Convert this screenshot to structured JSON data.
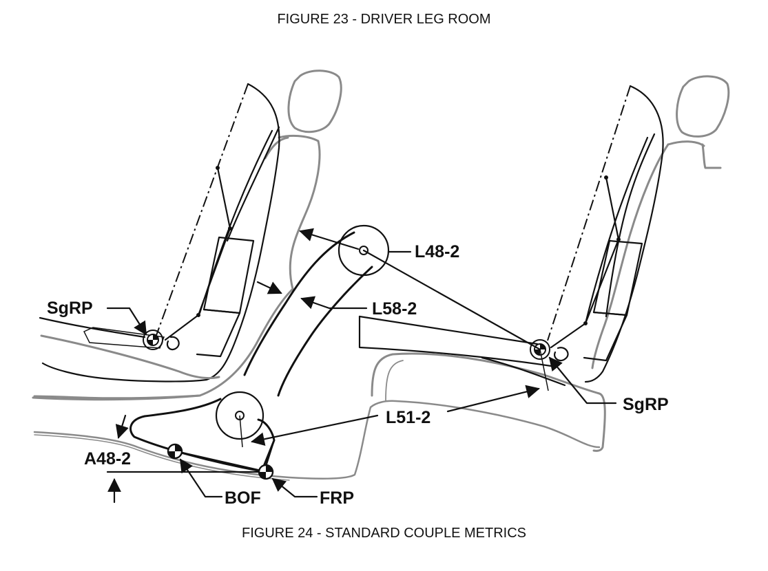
{
  "captions": {
    "top": "FIGURE 23 - DRIVER LEG ROOM",
    "bottom": "FIGURE 24 - STANDARD COUPLE METRICS"
  },
  "labels": {
    "sgrp_left": "SgRP",
    "sgrp_right": "SgRP",
    "l48": "L48-2",
    "l58": "L58-2",
    "l51": "L51-2",
    "a48": "A48-2",
    "bof": "BOF",
    "frp": "FRP"
  }
}
